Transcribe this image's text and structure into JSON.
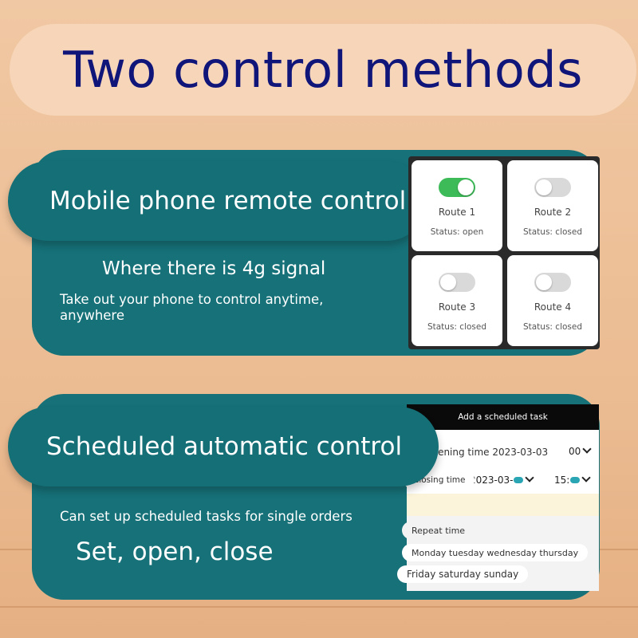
{
  "title": "Two control methods",
  "section1": {
    "heading": "Mobile phone remote control",
    "subheading": "Where there is 4g signal",
    "description": "Take out your phone to control anytime, anywhere",
    "routes": [
      {
        "label": "Route 1",
        "status": "Status: open",
        "on": true
      },
      {
        "label": "Route 2",
        "status": "Status: closed",
        "on": false
      },
      {
        "label": "Route 3",
        "status": "Status: closed",
        "on": false
      },
      {
        "label": "Route 4",
        "status": "Status: closed",
        "on": false
      }
    ]
  },
  "section2": {
    "heading": "Scheduled automatic control",
    "description": "Can set up scheduled tasks for single orders",
    "subheading": "Set, open, close",
    "schedule": {
      "header": "Add a scheduled task",
      "opening_label": "Opening time 2023-03-03",
      "opening_hour": "00",
      "closing_label": "Closing time",
      "closing_date": "2023-03-",
      "closing_hour": "15:",
      "repeat_label": "Repeat time",
      "days_line1": "Monday tuesday wednesday thursday",
      "days_line2": "Friday saturday sunday"
    }
  },
  "colors": {
    "teal": "#167178",
    "title_blue": "#10157a",
    "toggle_on": "#3dbb58"
  }
}
